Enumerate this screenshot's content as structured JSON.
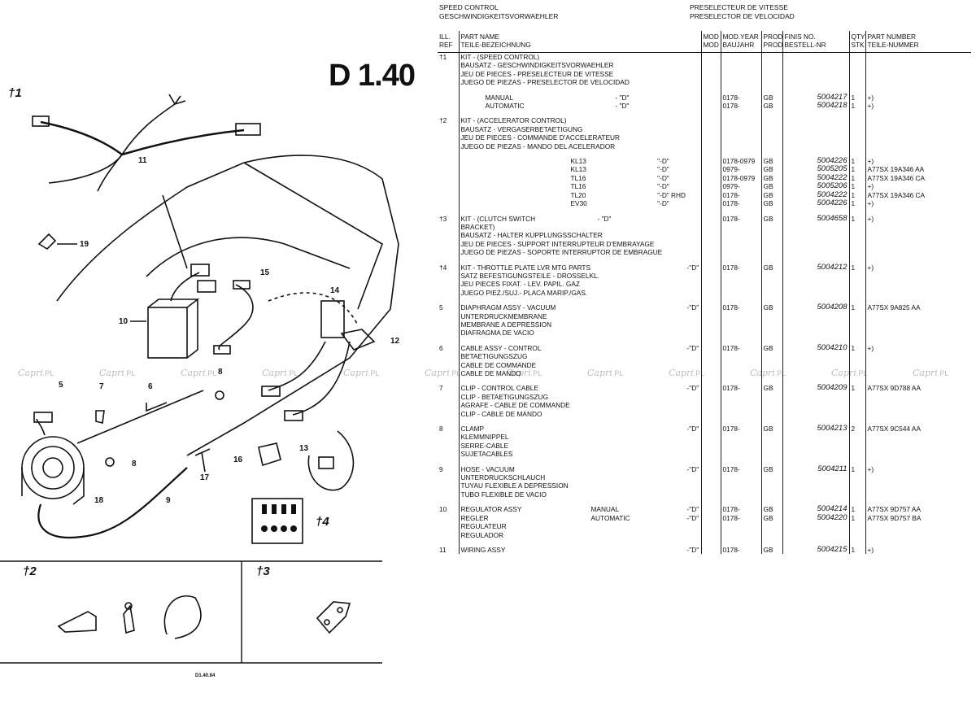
{
  "header": {
    "left": [
      "SPEED CONTROL",
      "GESCHWINDIGKEITSVORWAEHLER"
    ],
    "right": [
      "PRESELECTEUR DE VITESSE",
      "PRESELECTOR DE VELOCIDAD"
    ]
  },
  "page_code": "D 1.40",
  "diagram_code": "D1.40.84",
  "diagram": {
    "kit_marks": [
      "†1",
      "†2",
      "†3",
      "†4"
    ],
    "callouts": [
      "19",
      "11",
      "10",
      "15",
      "14",
      "12",
      "5",
      "7",
      "6",
      "8",
      "8",
      "16",
      "13",
      "18",
      "9",
      "17"
    ]
  },
  "watermark": {
    "script": "Capri",
    "suffix": ".PL"
  },
  "columns": [
    "ILL. REF",
    "PART NAME",
    "TEILE-BEZEICHNUNG",
    "MOD",
    "MOD",
    "MOD.YEAR",
    "BAUJAHR",
    "PROD",
    "PROD",
    "FINIS NO.",
    "BESTELL-NR",
    "QTY",
    "STK",
    "PART NUMBER",
    "TEILE-NUMMER"
  ],
  "col_labels": {
    "ref": [
      "ILL.",
      "REF"
    ],
    "name": [
      "PART NAME",
      "TEILE-BEZEICHNUNG"
    ],
    "mod": [
      "MOD",
      "MOD"
    ],
    "year": [
      "MOD.YEAR",
      "BAUJAHR"
    ],
    "prod": [
      "PROD",
      "PROD"
    ],
    "finis": [
      "FINIS NO.",
      "BESTELL-NR"
    ],
    "qty": [
      "QTY",
      "STK"
    ],
    "pn": [
      "PART NUMBER",
      "TEILE-NUMMER"
    ]
  },
  "rows": [
    {
      "ref": "†1",
      "name": [
        "KIT - (SPEED CONTROL)",
        "BAUSATZ - GESCHWINDIGKEITSVORWAEHLER",
        "JEU DE PIECES - PRESELECTEUR DE VITESSE",
        "JUEGO DE PIEZAS - PRESELECTOR DE VELOCIDAD"
      ],
      "subs": [
        {
          "v": "MANUAL",
          "t": "- \"D\"",
          "m": "",
          "year": "0178-",
          "prod": "GB",
          "finis": "5004217",
          "qty": "1",
          "pn": "+)"
        },
        {
          "v": "AUTOMATIC",
          "t": "- \"D\"",
          "m": "",
          "year": "0178-",
          "prod": "GB",
          "finis": "5004218",
          "qty": "1",
          "pn": "+)"
        }
      ]
    },
    {
      "ref": "†2",
      "name": [
        "KIT - (ACCELERATOR CONTROL)",
        "BAUSATZ - VERGASERBETAETIGUNG",
        "JEU DE PIECES - COMMANDE D'ACCELERATEUR",
        "JUEGO DE PIEZAS - MANDO DEL ACELERADOR"
      ],
      "subs": [
        {
          "v": "KL13",
          "t": "\"-D\"",
          "m": "",
          "year": "0178-0979",
          "prod": "GB",
          "finis": "5004226",
          "qty": "1",
          "pn": "+)"
        },
        {
          "v": "KL13",
          "t": "\"-D\"",
          "m": "",
          "year": "0979-",
          "prod": "GB",
          "finis": "5005205",
          "qty": "1",
          "pn": "A77SX 19A346 AA"
        },
        {
          "v": "TL16",
          "t": "\"-D\"",
          "m": "",
          "year": "0178-0979",
          "prod": "GB",
          "finis": "5004222",
          "qty": "1",
          "pn": "A77SX 19A346 CA"
        },
        {
          "v": "TL16",
          "t": "\"-D\"",
          "m": "",
          "year": "0979-",
          "prod": "GB",
          "finis": "5005206",
          "qty": "1",
          "pn": "+)"
        },
        {
          "v": "TL20",
          "t": "\"-D\" RHD",
          "m": "",
          "year": "0178-",
          "prod": "GB",
          "finis": "5004222",
          "qty": "1",
          "pn": "A77SX 19A346 CA"
        },
        {
          "v": "EV30",
          "t": "\"-D\"",
          "m": "",
          "year": "0178-",
          "prod": "GB",
          "finis": "5004226",
          "qty": "1",
          "pn": "+)"
        }
      ]
    },
    {
      "ref": "†3",
      "name": [
        "KIT - (CLUTCH SWITCH",
        "BRACKET)",
        "BAUSATZ - HALTER KUPPLUNGSSCHALTER",
        "JEU DE PIECES - SUPPORT INTERRUPTEUR D'EMBRAYAGE",
        "JUEGO DE PIEZAS - SOPORTE INTERRUPTOR DE EMBRAGUE"
      ],
      "inline": {
        "t": "- \"D\"",
        "year": "0178-",
        "prod": "GB",
        "finis": "5004658",
        "qty": "1",
        "pn": "+)"
      }
    },
    {
      "ref": "†4",
      "name": [
        "KIT - THROTTLE PLATE LVR MTG PARTS",
        "SATZ BEFESTIGUNGSTEILE - DROSSELKL.",
        "JEU PIECES FIXAT. - LEV. PAPIL. GAZ",
        "JUEGO PIEZ./SUJ.- PLACA MARIP./GAS."
      ],
      "inline": {
        "t": "-\"D\"",
        "year": "0178-",
        "prod": "GB",
        "finis": "5004212",
        "qty": "1",
        "pn": "+)"
      }
    },
    {
      "ref": "5",
      "name": [
        "DIAPHRAGM ASSY - VACUUM",
        "UNTERDRUCKMEMBRANE",
        "MEMBRANE A DEPRESSION",
        "DIAFRAGMA DE VACIO"
      ],
      "inline": {
        "t": "-\"D\"",
        "year": "0178-",
        "prod": "GB",
        "finis": "5004208",
        "qty": "1",
        "pn": "A77SX 9A825 AA"
      }
    },
    {
      "ref": "6",
      "name": [
        "CABLE ASSY - CONTROL",
        "BETAETIGUNGSZUG",
        "CABLE DE COMMANDE",
        "CABLE DE MANDO"
      ],
      "inline": {
        "t": "-\"D\"",
        "year": "0178-",
        "prod": "GB",
        "finis": "5004210",
        "qty": "1",
        "pn": "+)"
      }
    },
    {
      "ref": "7",
      "name": [
        "CLIP - CONTROL CABLE",
        "CLIP - BETAETIGUNGSZUG",
        "AGRAFE - CABLE DE COMMANDE",
        "CLIP - CABLE DE MANDO"
      ],
      "inline": {
        "t": "-\"D\"",
        "year": "0178-",
        "prod": "GB",
        "finis": "5004209",
        "qty": "1",
        "pn": "A77SX 9D788 AA"
      }
    },
    {
      "ref": "8",
      "name": [
        "CLAMP",
        "KLEMMNIPPEL",
        "SERRE-CABLE",
        "SUJETACABLES"
      ],
      "inline": {
        "t": "-\"D\"",
        "year": "0178-",
        "prod": "GB",
        "finis": "5004213",
        "qty": "2",
        "pn": "A77SX 9C544 AA"
      }
    },
    {
      "ref": "9",
      "name": [
        "HOSE - VACUUM",
        "UNTERDRUCKSCHLAUCH",
        "TUYAU FLEXIBLE A DEPRESSION",
        "TUBO FLEXIBLE DE VACIO"
      ],
      "inline": {
        "t": "-\"D\"",
        "year": "0178-",
        "prod": "GB",
        "finis": "5004211",
        "qty": "1",
        "pn": "+)"
      }
    },
    {
      "ref": "10",
      "name": [
        "REGULATOR ASSY",
        "REGLER",
        "REGULATEUR",
        "REGULADOR"
      ],
      "subs2": [
        {
          "v": "MANUAL",
          "t": "-\"D\"",
          "year": "0178-",
          "prod": "GB",
          "finis": "5004214",
          "qty": "1",
          "pn": "A77SX 9D757 AA"
        },
        {
          "v": "AUTOMATIC",
          "t": "-\"D\"",
          "year": "0178-",
          "prod": "GB",
          "finis": "5004220",
          "qty": "1",
          "pn": "A77SX 9D757 BA"
        }
      ]
    },
    {
      "ref": "11",
      "name": [
        "WIRING ASSY"
      ],
      "inline": {
        "t": "-\"D\"",
        "year": "0178-",
        "prod": "GB",
        "finis": "5004215",
        "qty": "1",
        "pn": "+)"
      }
    }
  ]
}
